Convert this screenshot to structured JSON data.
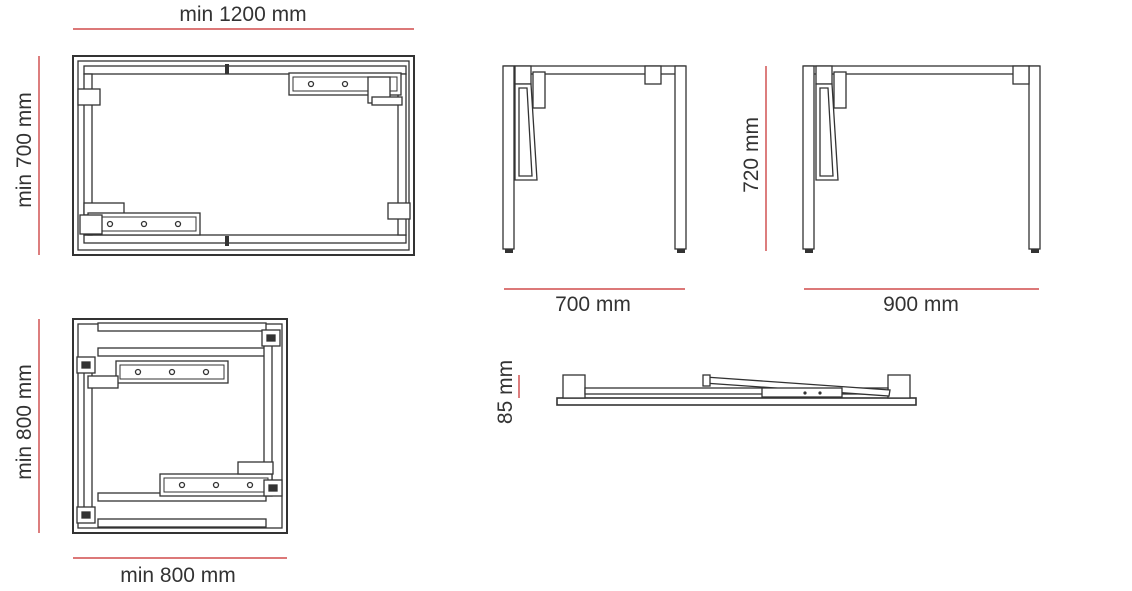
{
  "accent_color": "#c62828",
  "line_color": "#333333",
  "dimensions": {
    "top_view_width": "min 1200 mm",
    "top_view_depth": "min 700 mm",
    "square_view_depth": "min 800 mm",
    "square_view_width": "min 800 mm",
    "front_view_width": "700 mm",
    "side_view_width": "900 mm",
    "height": "720 mm",
    "folded_height": "85 mm"
  }
}
